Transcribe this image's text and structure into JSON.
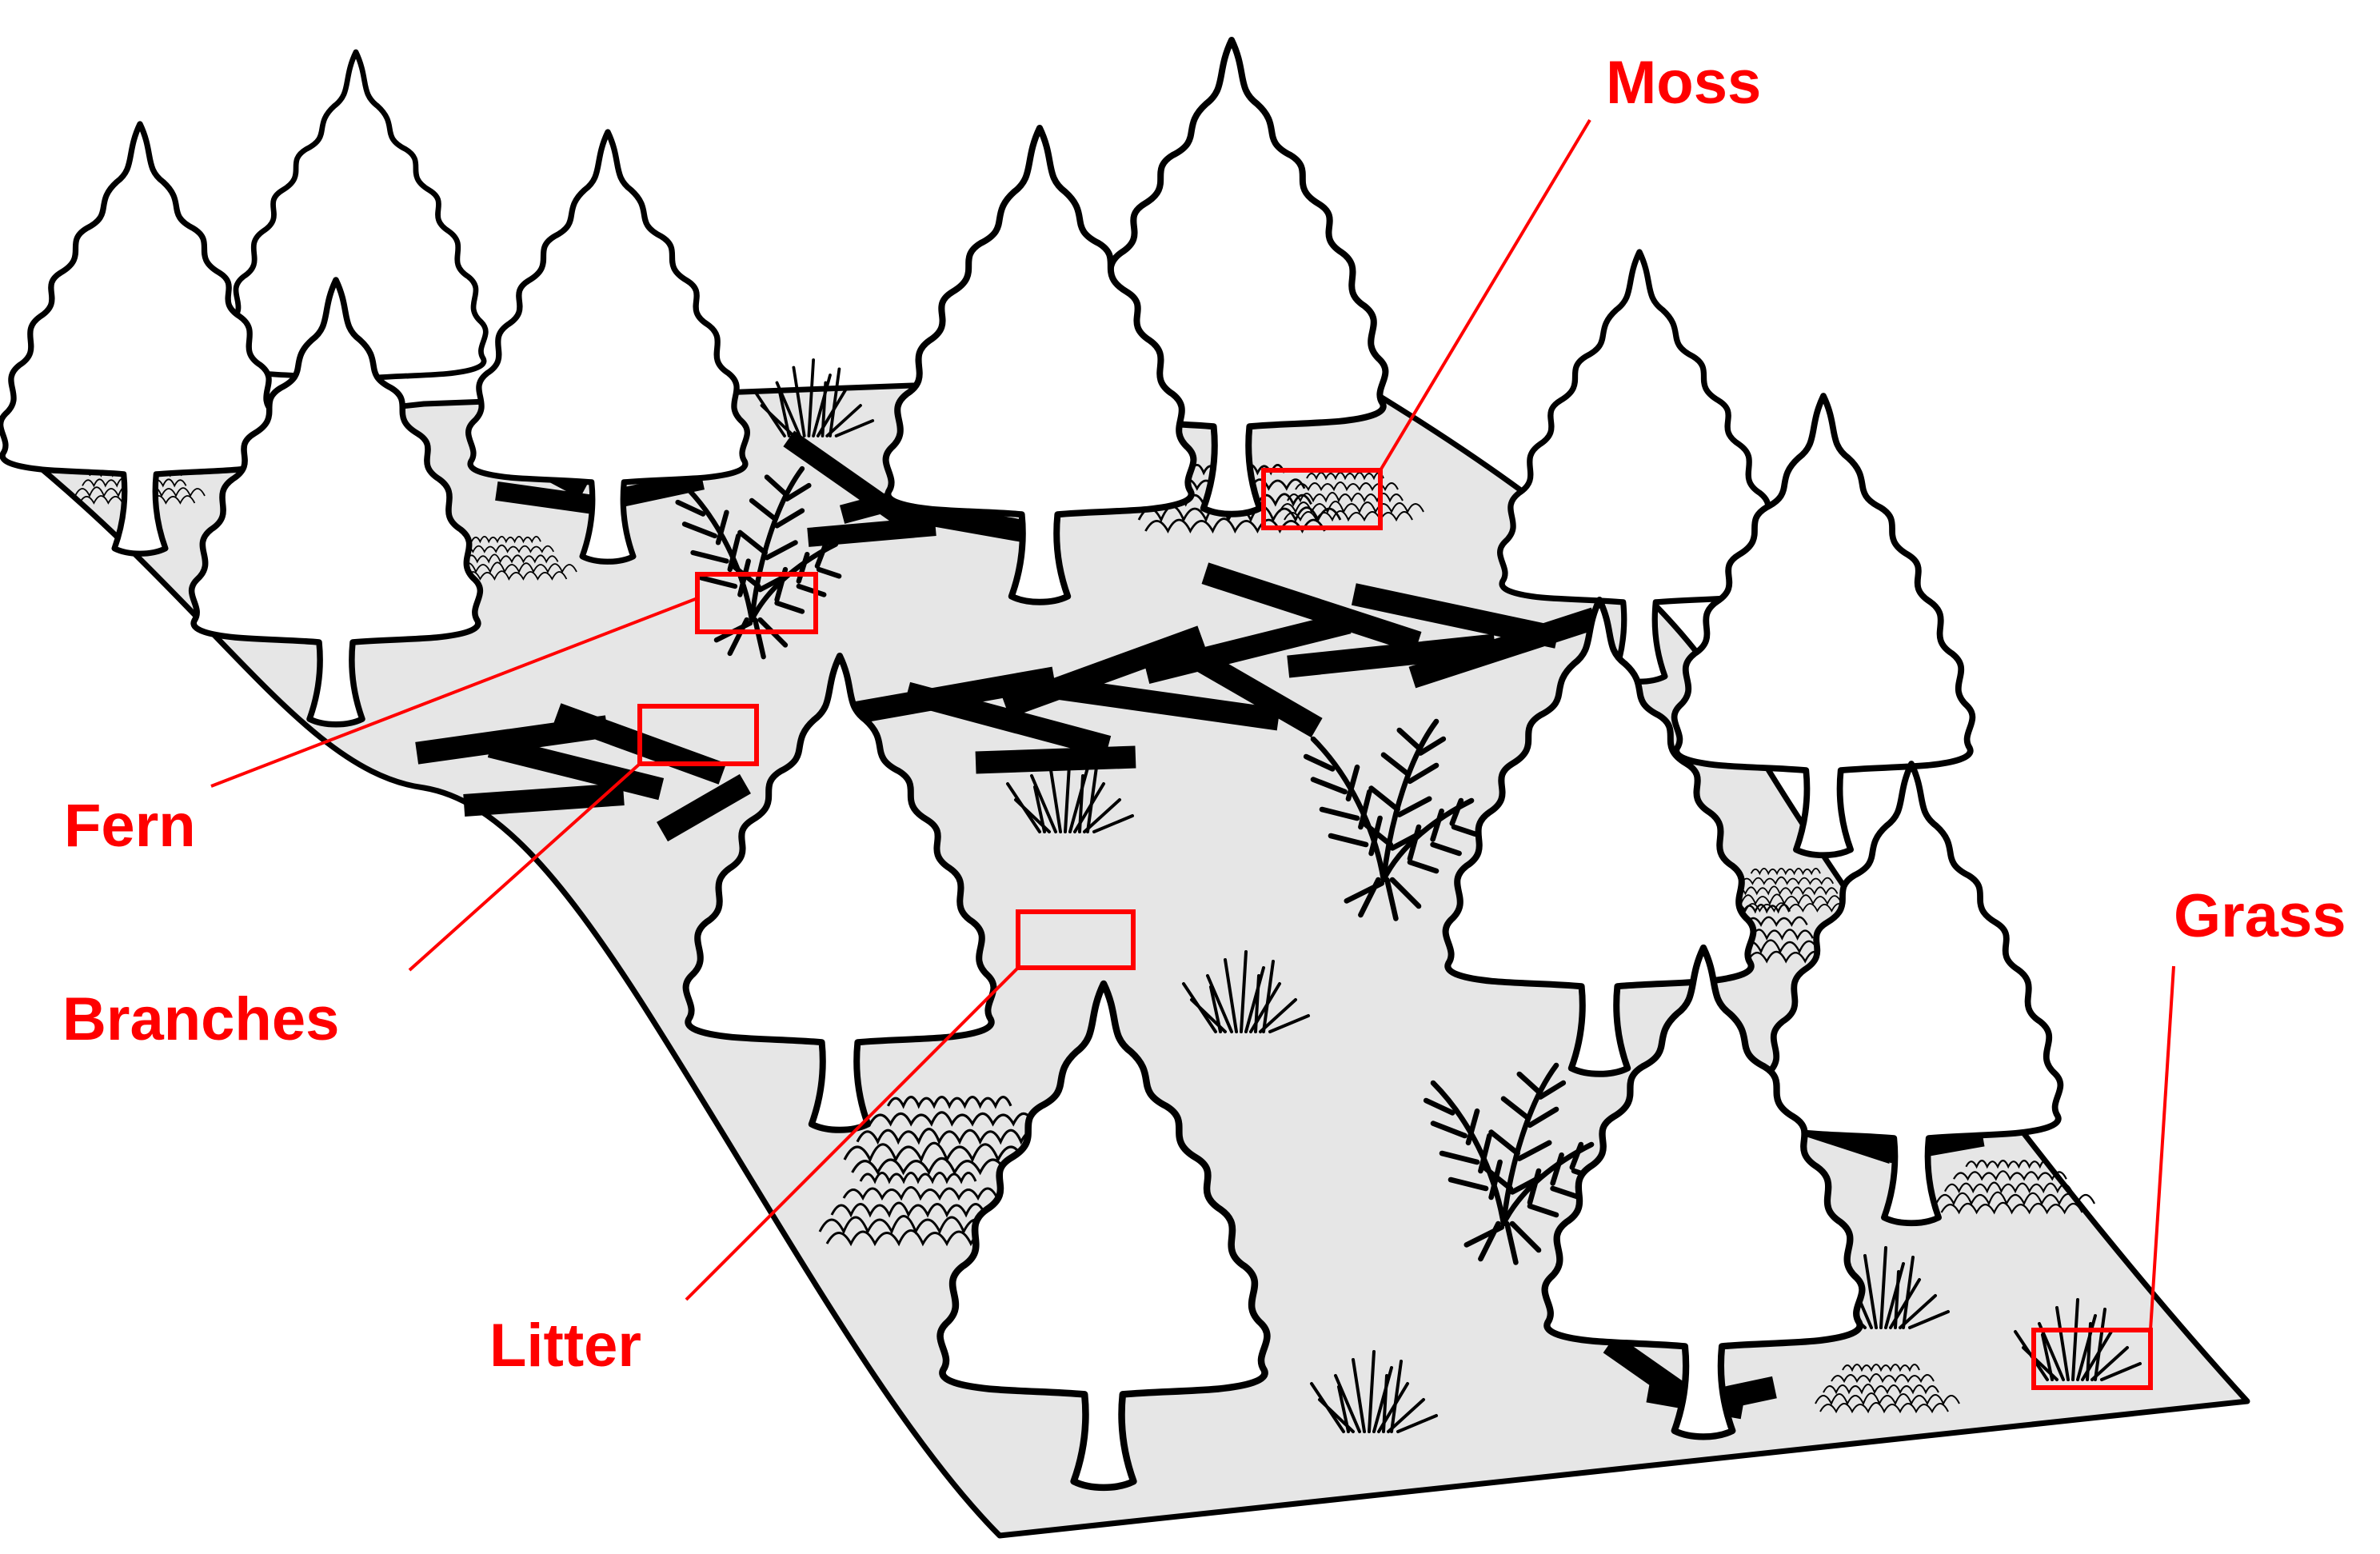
{
  "labels": {
    "moss": "Moss",
    "fern": "Fern",
    "branches": "Branches",
    "litter": "Litter",
    "grass": "Grass"
  },
  "colors": {
    "annotation": "#ff0000",
    "ground": "#e6e6e6",
    "outline": "#000000",
    "tree_fill": "#ffffff"
  }
}
